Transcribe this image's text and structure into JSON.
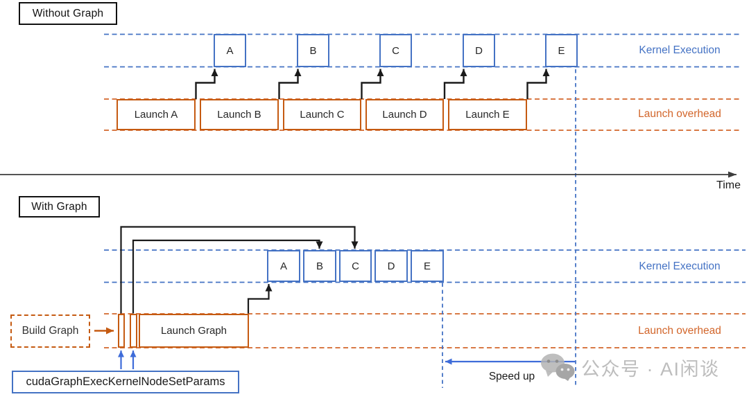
{
  "colors": {
    "kernel_blue": "#4472C4",
    "overhead_orange_border": "#C55A11",
    "overhead_orange_dash": "#D2652A",
    "arrow_black": "#1A1A1A",
    "arrow_blue": "#3E6CD9",
    "divider_gray": "#3D3D3D",
    "watermark_gray": "#BDBDBD"
  },
  "top_section": {
    "title": "Without Graph",
    "kernel_lane_label": "Kernel Execution",
    "overhead_lane_label": "Launch overhead",
    "kernel_boxes": [
      "A",
      "B",
      "C",
      "D",
      "E"
    ],
    "launch_boxes": [
      "Launch A",
      "Launch B",
      "Launch C",
      "Launch D",
      "Launch E"
    ]
  },
  "time_axis": {
    "label": "Time"
  },
  "bottom_section": {
    "title": "With Graph",
    "kernel_lane_label": "Kernel Execution",
    "overhead_lane_label": "Launch overhead",
    "kernel_boxes": [
      "A",
      "B",
      "C",
      "D",
      "E"
    ],
    "build_graph_label": "Build Graph",
    "launch_graph_label": "Launch Graph",
    "api_box_label": "cudaGraphExecKernelNodeSetParams",
    "speedup_label": "Speed up"
  },
  "watermark": {
    "label": "公众号 · AI闲谈",
    "icon": "wechat-icon"
  }
}
